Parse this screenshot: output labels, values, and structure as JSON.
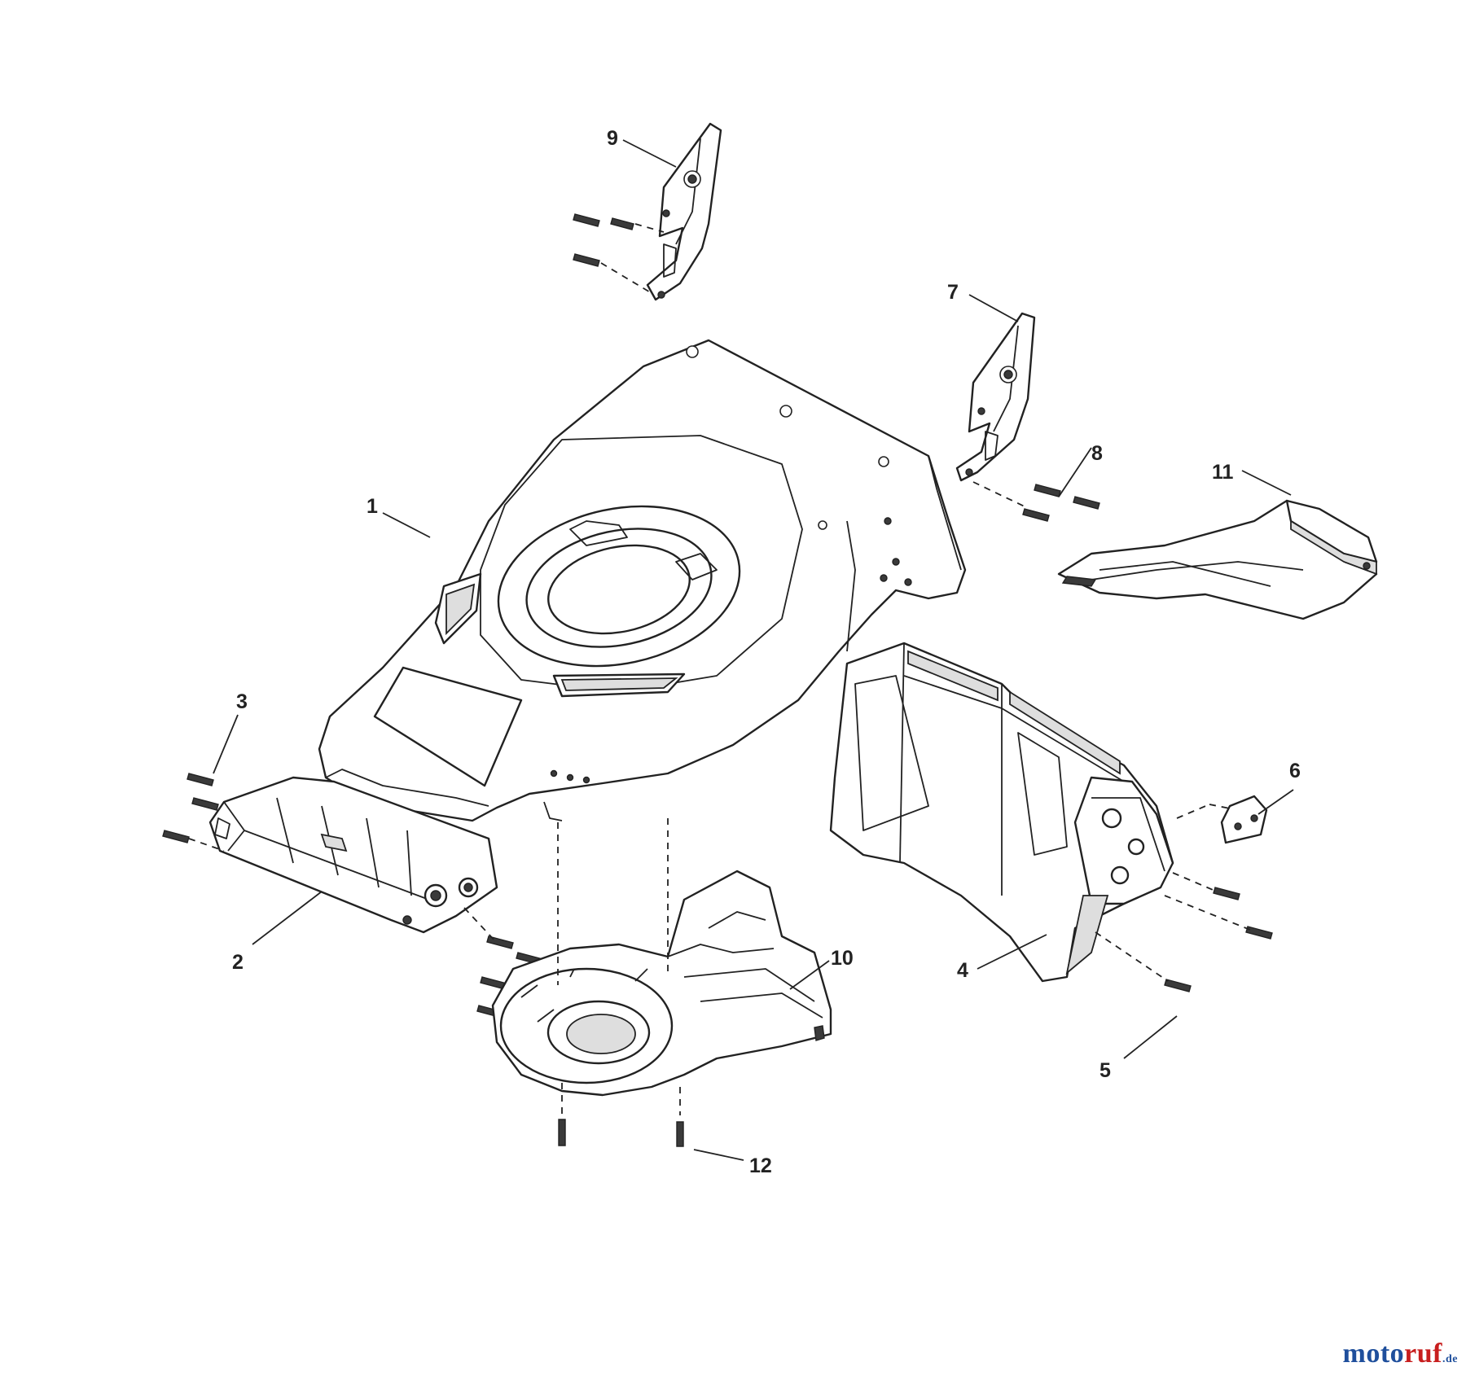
{
  "diagram": {
    "callouts": [
      {
        "id": "1",
        "label": "1"
      },
      {
        "id": "2",
        "label": "2"
      },
      {
        "id": "3",
        "label": "3"
      },
      {
        "id": "4",
        "label": "4"
      },
      {
        "id": "5",
        "label": "5"
      },
      {
        "id": "6",
        "label": "6"
      },
      {
        "id": "7",
        "label": "7"
      },
      {
        "id": "8",
        "label": "8"
      },
      {
        "id": "9",
        "label": "9"
      },
      {
        "id": "10",
        "label": "10"
      },
      {
        "id": "11",
        "label": "11"
      },
      {
        "id": "12",
        "label": "12"
      }
    ]
  },
  "watermark": {
    "part1": "moto",
    "part2": "ruf",
    "part3": ".de"
  }
}
